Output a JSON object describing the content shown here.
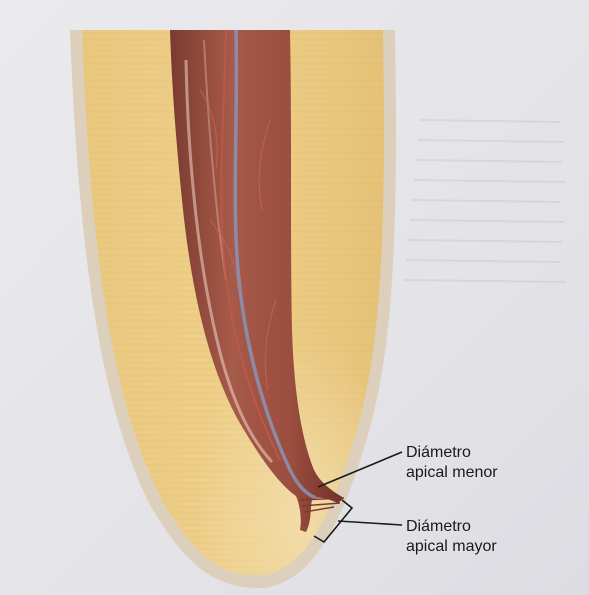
{
  "labels": {
    "minor": {
      "line1": "Diámetro",
      "line2": "apical menor"
    },
    "major": {
      "line1": "Diámetro",
      "line2": "apical mayor"
    }
  },
  "colors": {
    "page_background": "#e6e6e9",
    "dentin": "#e8c57a",
    "cementum_rim": "#d8ccb8",
    "pulp_tissue": "#9a4a3c",
    "blood_vessel_blue": "#8a93b8",
    "blood_vessel_red": "#c05a4a",
    "leader_line": "#1a1a1a"
  }
}
